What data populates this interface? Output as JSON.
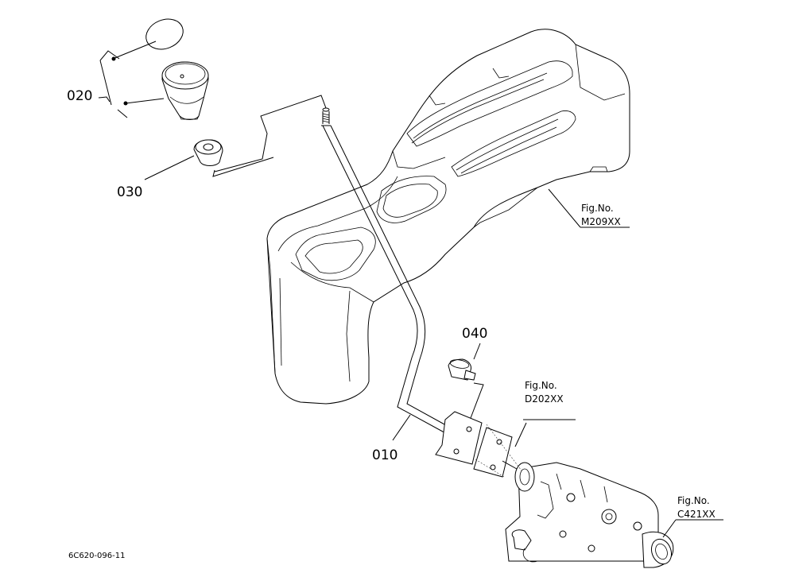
{
  "parts": {
    "part_010": "010",
    "part_020": "020",
    "part_030": "030",
    "part_040": "040"
  },
  "figure_refs": {
    "ref_m209": {
      "line1": "Fig.No.",
      "line2": "M209XX"
    },
    "ref_d202": {
      "line1": "Fig.No.",
      "line2": "D202XX"
    },
    "ref_c421": {
      "line1": "Fig.No.",
      "line2": "C421XX"
    }
  },
  "footer": {
    "drawing_code": "6C620-096-11"
  }
}
